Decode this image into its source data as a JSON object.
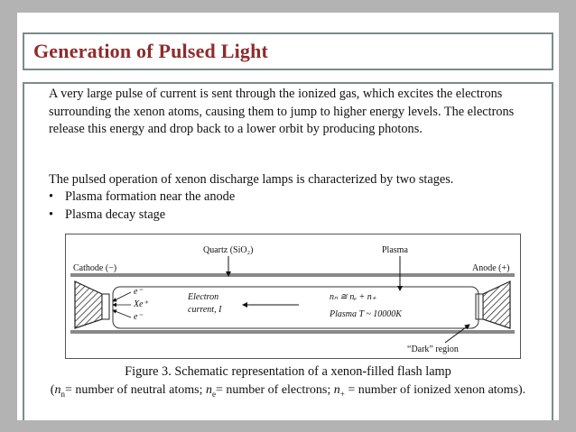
{
  "slide": {
    "title": "Generation of Pulsed Light",
    "paragraph1": "A very large pulse of current is sent through the ionized gas, which excites the electrons surrounding the xenon atoms, causing them to jump to higher energy levels. The electrons release this energy and drop back to a lower orbit by producing photons.",
    "paragraph2": "The pulsed operation of xenon discharge lamps is characterized by two stages.",
    "bullet_char": "•",
    "bullets": [
      "Plasma formation near the anode",
      "Plasma decay stage"
    ]
  },
  "figure": {
    "cathode": "Cathode (−)",
    "anode": "Anode (+)",
    "quartz": "Quartz (SiO₂)",
    "plasma": "Plasma",
    "e1": "e⁻",
    "xe": "Xe⁺",
    "e2": "e⁻",
    "electron": "Electron",
    "current": "current, I",
    "density": "nₙ ≅ nₑ + n₊",
    "plasma_temp": "Plasma T ~ 10000K",
    "dark": "“Dark” region"
  },
  "caption": "Figure 3. Schematic representation of a xenon-filled flash lamp",
  "note": {
    "open": "(",
    "n": "n",
    "sub_n": "n",
    "t1": "= number of neutral atoms; ",
    "sub_e": "e",
    "t2": "= number of electrons; ",
    "sub_plus": "+",
    "t3": " = number of ionized xenon atoms)."
  }
}
